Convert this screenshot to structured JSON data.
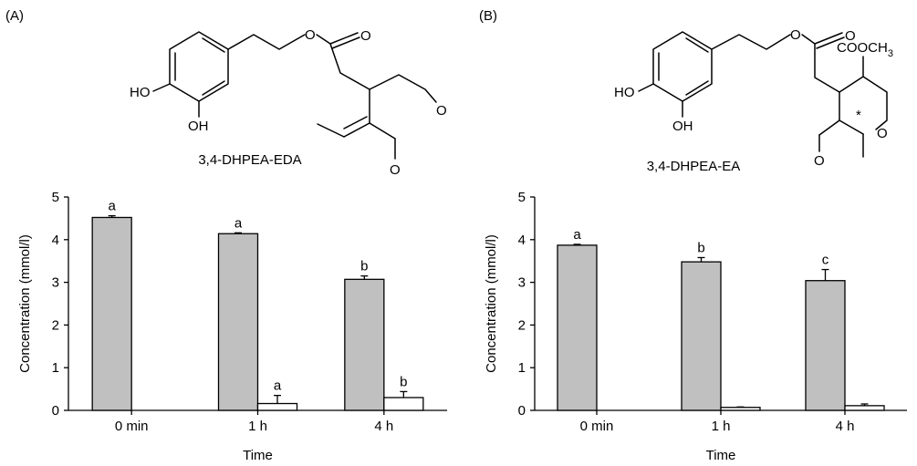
{
  "colors": {
    "filled_bar": "#c0c0c0",
    "open_bar": "#ffffff",
    "stroke": "#000000"
  },
  "panels": [
    {
      "label": "(A)",
      "compound": "3,4-DHPEA-EDA",
      "structure_text": {
        "ho": "HO",
        "oh": "OH",
        "o1": "O",
        "o2": "O",
        "o3": "O",
        "o4": "O"
      }
    },
    {
      "label": "(B)",
      "compound": "3,4-DHPEA-EA",
      "structure_text": {
        "ho": "HO",
        "oh": "OH",
        "o1": "O",
        "o2": "O",
        "o3": "O",
        "o4": "O",
        "ester_main": "COOCH",
        "ester_sub": "3",
        "star": "*"
      }
    }
  ],
  "chart_data": [
    {
      "type": "bar",
      "categories": [
        "0 min",
        "1 h",
        "4 h"
      ],
      "xlabel": "Time",
      "ylabel": "Concentration (mmol/l)",
      "ylim": [
        0,
        5
      ],
      "yticks": [
        "0",
        "1",
        "2",
        "3",
        "4",
        "5"
      ],
      "series": [
        {
          "values": [
            4.52,
            4.14,
            3.07
          ],
          "errors": [
            0.04,
            0.02,
            0.08
          ],
          "labels": [
            "a",
            "a",
            "b"
          ]
        },
        {
          "values": [
            null,
            0.16,
            0.3
          ],
          "errors": [
            null,
            0.19,
            0.14
          ],
          "labels": [
            "",
            "a",
            "b"
          ]
        }
      ]
    },
    {
      "type": "bar",
      "categories": [
        "0 min",
        "1 h",
        "4 h"
      ],
      "xlabel": "Time",
      "ylabel": "Concentration (mmol/l)",
      "ylim": [
        0,
        5
      ],
      "yticks": [
        "0",
        "1",
        "2",
        "3",
        "4",
        "5"
      ],
      "series": [
        {
          "values": [
            3.87,
            3.48,
            3.04
          ],
          "errors": [
            0.02,
            0.1,
            0.26
          ],
          "labels": [
            "a",
            "b",
            "c"
          ]
        },
        {
          "values": [
            null,
            0.07,
            0.11
          ],
          "errors": [
            null,
            0.01,
            0.04
          ],
          "labels": [
            "",
            "",
            ""
          ]
        }
      ]
    }
  ]
}
